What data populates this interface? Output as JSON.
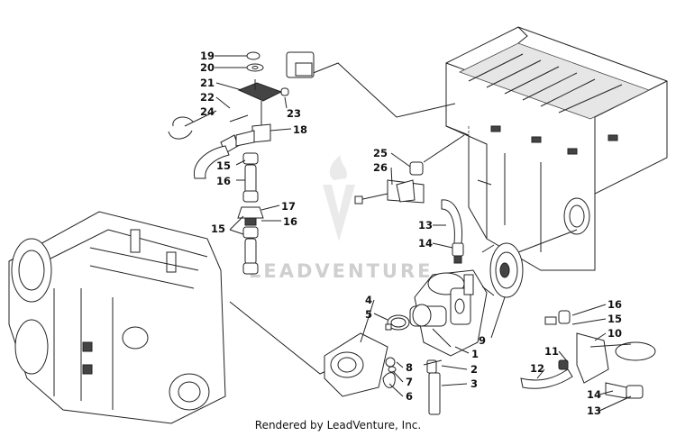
{
  "credit": "Rendered by LeadVenture, Inc.",
  "watermark": "LEADVENTURE",
  "callouts": {
    "c19": "19",
    "c20": "20",
    "c21": "21",
    "c22": "22",
    "c23": "23",
    "c24": "24",
    "c18": "18",
    "c15a": "15",
    "c16a": "16",
    "c15b": "15",
    "c17": "17",
    "c16b": "16",
    "c25": "25",
    "c26": "26",
    "c13a": "13",
    "c14a": "14",
    "c4": "4",
    "c5": "5",
    "c9": "9",
    "c1": "1",
    "c8": "8",
    "c7": "7",
    "c6": "6",
    "c2": "2",
    "c3": "3",
    "c16c": "16",
    "c15c": "15",
    "c10": "10",
    "c11": "11",
    "c12": "12",
    "c14b": "14",
    "c13b": "13"
  }
}
